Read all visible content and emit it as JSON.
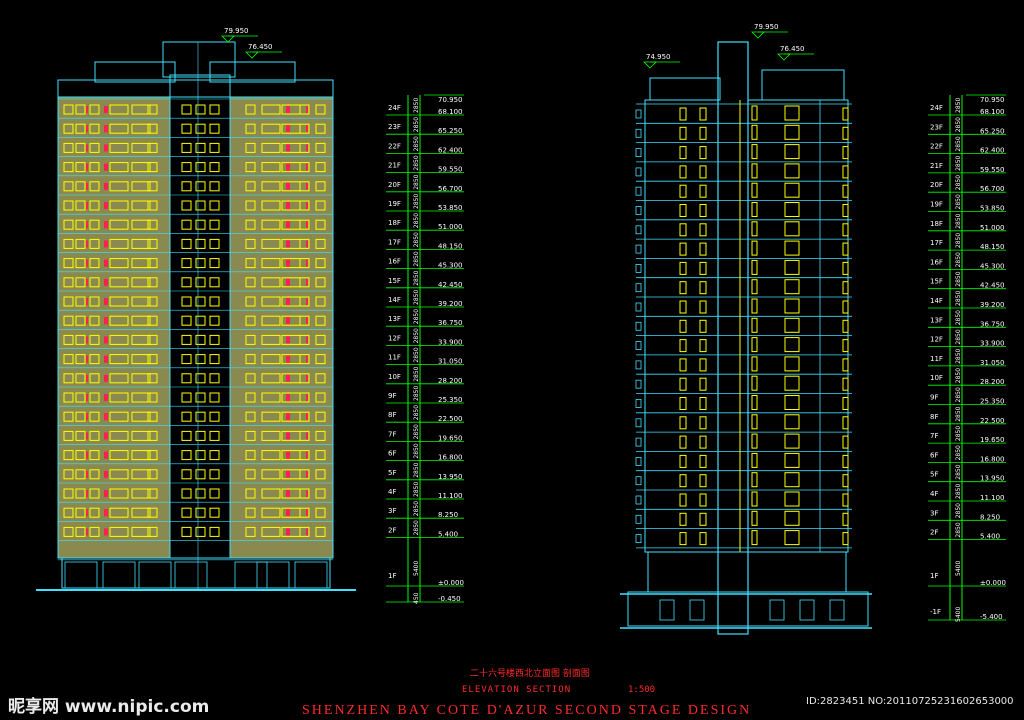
{
  "drawing": {
    "colors": {
      "background": "#000000",
      "facade": "#8a8a50",
      "window": "#ffff00",
      "outline": "#40e0ff",
      "accent_red": "#ff2050",
      "dimension": "#00ff00",
      "label_text": "#ffffff",
      "title_text": "#ff2a2a"
    },
    "title_cn": "二十六号楼西北立面图 剖面图",
    "subtitle": "ELEVATION SECTION",
    "scale": "1:500",
    "project": "SHENZHEN BAY COTE D'AZUR SECOND STAGE DESIGN",
    "watermark": "昵享网 www.nipic.com",
    "image_id": "ID:2823451 NO:20110725231602653000"
  },
  "elevation": {
    "roof_levels": [
      "79.950",
      "76.450"
    ],
    "floors": [
      "24F",
      "23F",
      "22F",
      "21F",
      "20F",
      "19F",
      "18F",
      "17F",
      "16F",
      "15F",
      "14F",
      "13F",
      "12F",
      "11F",
      "10F",
      "9F",
      "8F",
      "7F",
      "6F",
      "5F",
      "4F",
      "3F",
      "2F",
      "1F"
    ],
    "levels": [
      "70.950",
      "68.100",
      "65.250",
      "62.400",
      "59.550",
      "56.700",
      "53.850",
      "51.000",
      "48.150",
      "45.300",
      "42.450",
      "39.200",
      "36.750",
      "33.900",
      "31.050",
      "28.200",
      "25.350",
      "22.500",
      "19.650",
      "16.800",
      "13.950",
      "11.100",
      "8.250",
      "5.400",
      "±0.000",
      "-0.450"
    ],
    "storey_dim": "2850",
    "ground_dim": "5400",
    "base_dim": "450"
  },
  "section": {
    "roof_levels": [
      "79.950",
      "76.450",
      "74.950"
    ],
    "floors": [
      "24F",
      "23F",
      "22F",
      "21F",
      "20F",
      "19F",
      "18F",
      "17F",
      "16F",
      "15F",
      "14F",
      "13F",
      "12F",
      "11F",
      "10F",
      "9F",
      "8F",
      "7F",
      "6F",
      "5F",
      "4F",
      "3F",
      "2F",
      "1F",
      "-1F"
    ],
    "levels": [
      "70.950",
      "68.100",
      "65.250",
      "62.400",
      "59.550",
      "56.700",
      "53.850",
      "51.000",
      "48.150",
      "45.300",
      "42.450",
      "39.200",
      "36.750",
      "33.900",
      "31.050",
      "28.200",
      "25.350",
      "22.500",
      "19.650",
      "16.800",
      "13.950",
      "11.100",
      "8.250",
      "5.400",
      "±0.000",
      "-5.400"
    ],
    "storey_dim": "2850",
    "ground_dim": "5400",
    "basement_dim": "5400"
  }
}
